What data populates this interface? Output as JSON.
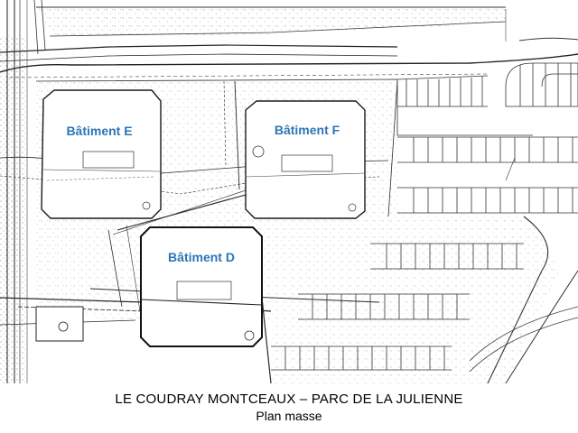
{
  "buildings": [
    {
      "id": "E",
      "label": "Bâtiment E"
    },
    {
      "id": "F",
      "label": "Bâtiment F"
    },
    {
      "id": "D",
      "label": "Bâtiment D"
    }
  ],
  "caption": {
    "title": "LE COUDRAY MONTCEAUX – PARC DE LA JULIENNE",
    "subtitle": "Plan masse"
  },
  "colors": {
    "label": "#2E75B6",
    "ink": "#1a1a1a",
    "background": "#ffffff"
  }
}
